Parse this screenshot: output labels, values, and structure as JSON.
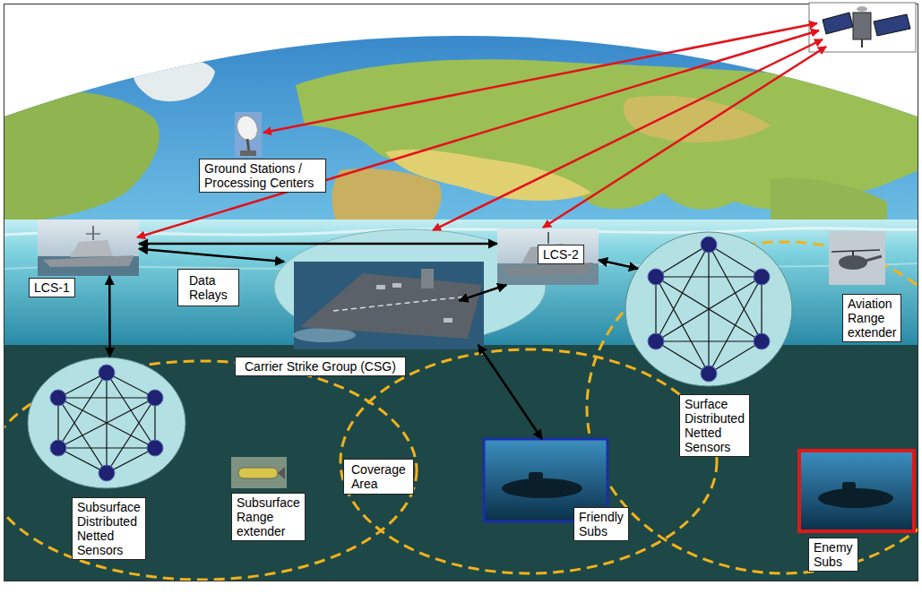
{
  "diagram": {
    "nodes": [
      {
        "text": [
          "Ground Stations / Processing Centers"
        ]
      },
      {
        "text": [
          "LCS-1"
        ]
      },
      {
        "text": [
          "Data Relays"
        ]
      },
      {
        "text": [
          "Carrier Strike Group (CSG)"
        ]
      },
      {
        "text": [
          "LCS-2"
        ]
      },
      {
        "text": [
          "Surface Distributed Netted Sensors"
        ]
      },
      {
        "text": [
          "Aviation Range extender"
        ]
      },
      {
        "text": [
          "Subsurface Distributed Netted Sensors"
        ]
      },
      {
        "text": [
          "Subsurface Range extender"
        ]
      },
      {
        "text": [
          "Coverage Area"
        ]
      },
      {
        "text": [
          "Friendly Subs"
        ]
      },
      {
        "text": [
          "Enemy Subs"
        ]
      }
    ],
    "edges": [
      {
        "from": 1,
        "to": 4,
        "arrow": "both"
      },
      {
        "from": 1,
        "to": 3,
        "arrow": "both"
      },
      {
        "from": 1,
        "to": 7,
        "arrow": "both"
      },
      {
        "from": 4,
        "to": 3,
        "arrow": "both"
      },
      {
        "from": 4,
        "to": 5,
        "arrow": "both"
      },
      {
        "from": 3,
        "to": 10,
        "arrow": "both"
      }
    ]
  }
}
